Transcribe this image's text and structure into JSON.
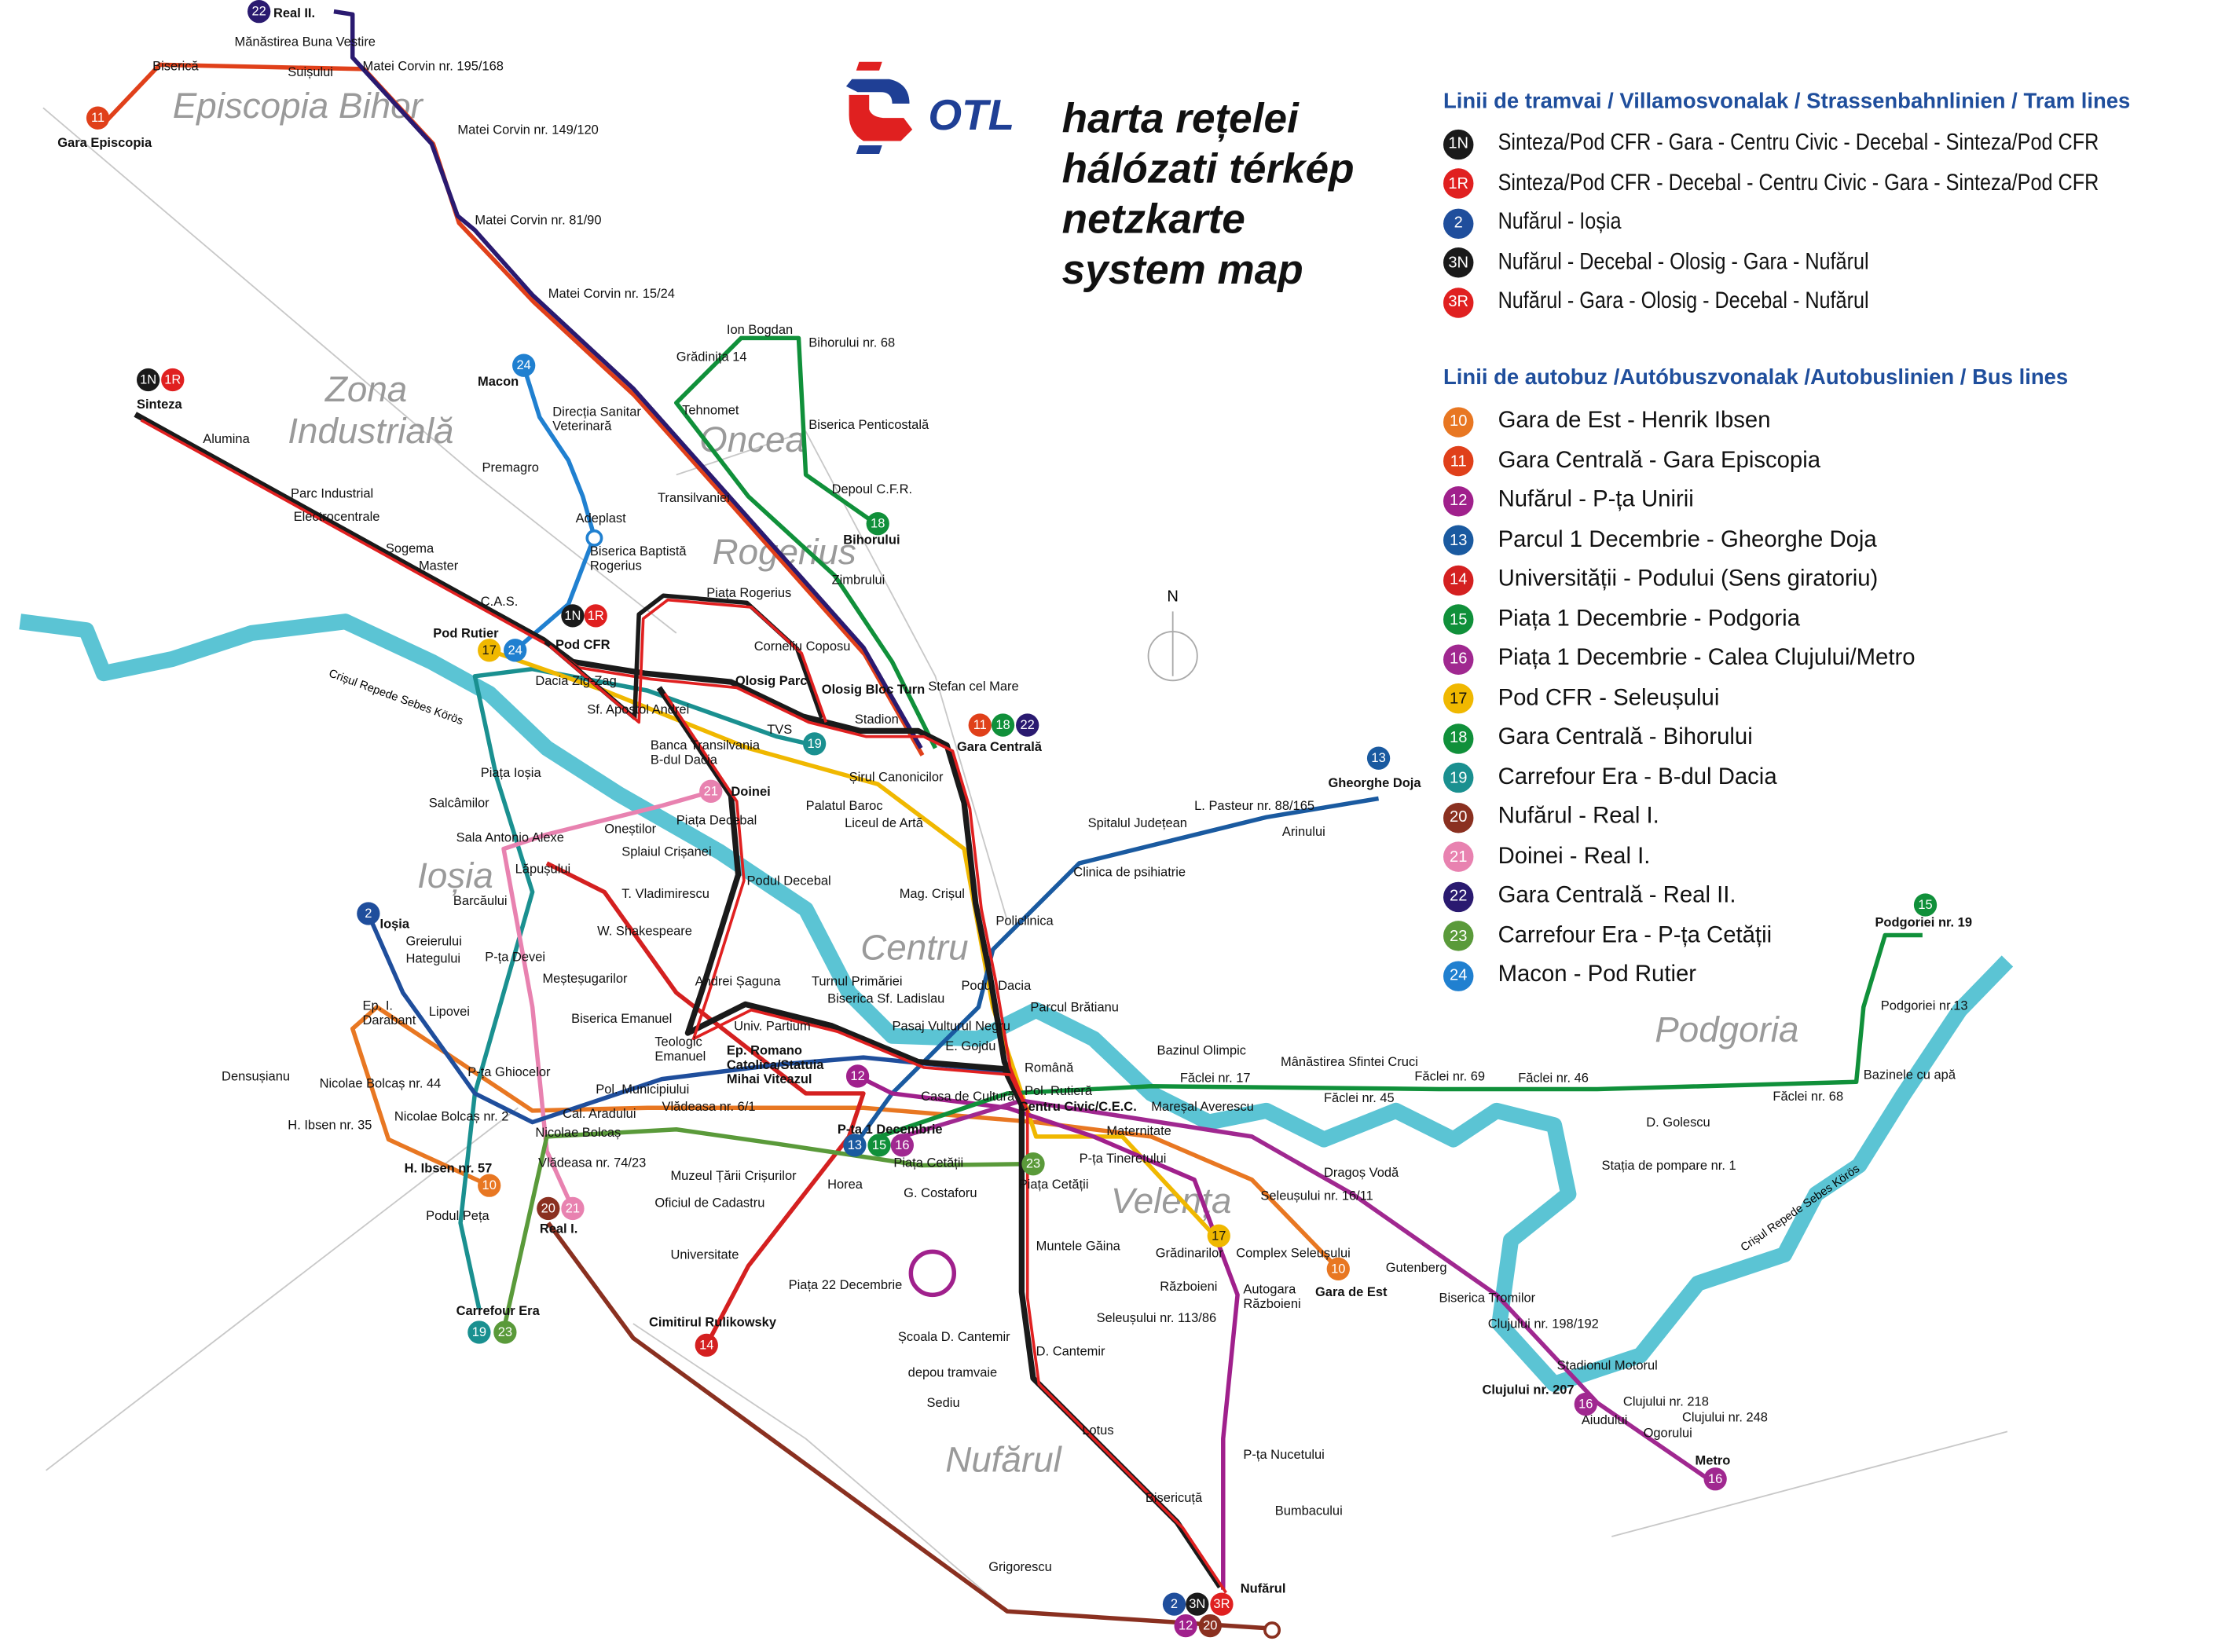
{
  "logo": {
    "text": "OTL"
  },
  "title": {
    "lines": [
      "harta rețelei",
      "hálózati térkép",
      "netzkarte",
      "system map"
    ]
  },
  "legend": {
    "tram_heading": "Linii de tramvai / Villamosvonalak / Strassenbahnlinien / Tram lines",
    "tram_lines": [
      {
        "code": "1N",
        "color": "#1a1a1a",
        "text": "Sinteza/Pod CFR - Gara - Centru Civic - Decebal - Sinteza/Pod CFR"
      },
      {
        "code": "1R",
        "color": "#e02020",
        "text": "Sinteza/Pod CFR - Decebal - Centru Civic - Gara - Sinteza/Pod CFR"
      },
      {
        "code": "2",
        "color": "#1f4e9c",
        "text": "Nufărul - Ioșia"
      },
      {
        "code": "3N",
        "color": "#1a1a1a",
        "text": "Nufărul - Decebal - Olosig - Gara - Nufărul"
      },
      {
        "code": "3R",
        "color": "#e02020",
        "text": "Nufărul - Gara - Olosig - Decebal - Nufărul"
      }
    ],
    "bus_heading": "Linii de autobuz /Autóbuszvonalak /Autobuslinien / Bus lines",
    "bus_lines": [
      {
        "code": "10",
        "color": "#e87722",
        "text": "Gara de Est - Henrik Ibsen"
      },
      {
        "code": "11",
        "color": "#e0401a",
        "text": "Gara Centrală - Gara Episcopia"
      },
      {
        "code": "12",
        "color": "#a0208c",
        "text": "Nufărul - P-ța Unirii"
      },
      {
        "code": "13",
        "color": "#1a5aa0",
        "text": "Parcul 1 Decembrie - Gheorghe Doja"
      },
      {
        "code": "14",
        "color": "#d42020",
        "text": "Universității - Podului (Sens giratoriu)"
      },
      {
        "code": "15",
        "color": "#10903a",
        "text": "Piața 1 Decembrie - Podgoria"
      },
      {
        "code": "16",
        "color": "#a02890",
        "text": "Piața 1 Decembrie - Calea Clujului/Metro"
      },
      {
        "code": "17",
        "color": "#f0b800",
        "text": "Pod CFR - Seleușului"
      },
      {
        "code": "18",
        "color": "#10903a",
        "text": "Gara Centrală - Bihorului"
      },
      {
        "code": "19",
        "color": "#1a9090",
        "text": "Carrefour Era - B-dul Dacia"
      },
      {
        "code": "20",
        "color": "#8a3020",
        "text": "Nufărul - Real I."
      },
      {
        "code": "21",
        "color": "#e882b0",
        "text": "Doinei - Real I."
      },
      {
        "code": "22",
        "color": "#2a1a70",
        "text": "Gara Centrală - Real II."
      },
      {
        "code": "23",
        "color": "#5a9a3a",
        "text": "Carrefour Era - P-ța Cetății"
      },
      {
        "code": "24",
        "color": "#2080d0",
        "text": "Macon - Pod Rutier"
      }
    ]
  },
  "map": {
    "river_color": "#5bc4d4",
    "compass_label": "N",
    "river_labels": [
      "Crișul Repede Sebes Körös",
      "Crișul Repede Sebes Körös"
    ],
    "districts": [
      "Episcopia Bihor",
      "Zona",
      "Industrială",
      "Oncea",
      "Rogerius",
      "Ioșia",
      "Centru",
      "Velența",
      "Nufărul",
      "Podgoria"
    ],
    "stations": [
      {
        "n": "Real II.",
        "b": true
      },
      {
        "n": "Mănăstirea Buna Vestire"
      },
      {
        "n": "Biserică"
      },
      {
        "n": "Suișului"
      },
      {
        "n": "Matei Corvin nr. 195/168"
      },
      {
        "n": "Gara Episcopia",
        "b": true
      },
      {
        "n": "Matei Corvin nr. 149/120"
      },
      {
        "n": "Matei Corvin nr. 81/90"
      },
      {
        "n": "Matei Corvin nr. 15/24"
      },
      {
        "n": "Ion Bogdan"
      },
      {
        "n": "Grădinița 14"
      },
      {
        "n": "Bihorului nr. 68"
      },
      {
        "n": "Tehnomet"
      },
      {
        "n": "Direcția Sanitar Veterinară"
      },
      {
        "n": "Biserica Penticostală"
      },
      {
        "n": "Macon",
        "b": true
      },
      {
        "n": "Sinteza",
        "b": true
      },
      {
        "n": "Alumina"
      },
      {
        "n": "Premagro"
      },
      {
        "n": "Depoul C.F.R."
      },
      {
        "n": "Transilvaniei"
      },
      {
        "n": "Bihorului",
        "b": true
      },
      {
        "n": "Parc Industrial"
      },
      {
        "n": "Adeplast"
      },
      {
        "n": "Electrocentrale"
      },
      {
        "n": "Biserica Baptistă Rogerius"
      },
      {
        "n": "Sogema"
      },
      {
        "n": "Master"
      },
      {
        "n": "Zimbrului"
      },
      {
        "n": "Piața Rogerius"
      },
      {
        "n": "C.A.S."
      },
      {
        "n": "Pod Rutier",
        "b": true
      },
      {
        "n": "Pod CFR",
        "b": true
      },
      {
        "n": "Corneliu Coposu"
      },
      {
        "n": "Dacia Zig-Zag"
      },
      {
        "n": "Olosig Parc",
        "b": true
      },
      {
        "n": "Olosig Bloc Turn",
        "b": true
      },
      {
        "n": "Stefan cel Mare"
      },
      {
        "n": "Sf. Apostol Andrei"
      },
      {
        "n": "Stadion"
      },
      {
        "n": "TVS"
      },
      {
        "n": "Banca Transilvania B-dul Dacia"
      },
      {
        "n": "Gara Centrală",
        "b": true
      },
      {
        "n": "Piața Ioșia"
      },
      {
        "n": "Șirul Canonicilor"
      },
      {
        "n": "Doinei",
        "b": true
      },
      {
        "n": "Salcâmilor"
      },
      {
        "n": "Palatul Baroc"
      },
      {
        "n": "Piața Decebal"
      },
      {
        "n": "Liceul de Artă"
      },
      {
        "n": "Spitalul Județean"
      },
      {
        "n": "L. Pasteur nr. 88/165"
      },
      {
        "n": "Gheorghe Doja",
        "b": true
      },
      {
        "n": "Arinului"
      },
      {
        "n": "Oneștilor"
      },
      {
        "n": "Sala Antonio Alexe"
      },
      {
        "n": "Splaiul Crișanei"
      },
      {
        "n": "Lăpușului"
      },
      {
        "n": "Clinica de psihiatrie"
      },
      {
        "n": "Podul Decebal"
      },
      {
        "n": "Mag. Crișul"
      },
      {
        "n": "T. Vladimirescu"
      },
      {
        "n": "Barcăului"
      },
      {
        "n": "Ioșia",
        "b": true
      },
      {
        "n": "Policlinica"
      },
      {
        "n": "Podgoriei nr. 19",
        "b": true
      },
      {
        "n": "W. Shakespeare"
      },
      {
        "n": "Greierului"
      },
      {
        "n": "Hategului"
      },
      {
        "n": "P-ța Devei"
      },
      {
        "n": "Meșteșugarilor"
      },
      {
        "n": "Andrei Șaguna"
      },
      {
        "n": "Turnul Primăriei"
      },
      {
        "n": "Biserica Sf. Ladislau"
      },
      {
        "n": "Podul Dacia"
      },
      {
        "n": "Parcul Brătianu"
      },
      {
        "n": "Podgoriei nr.13"
      },
      {
        "n": "Ep. I. Darabant"
      },
      {
        "n": "Lipovei"
      },
      {
        "n": "Biserica Emanuel"
      },
      {
        "n": "Univ. Partium"
      },
      {
        "n": "Pasaj Vulturul Negru"
      },
      {
        "n": "Bazinul Olimpic"
      },
      {
        "n": "Teologic Emanuel"
      },
      {
        "n": "E. Gojdu"
      },
      {
        "n": "Ep. Romano Catolica/Statuia Mihai Viteazul",
        "b": true
      },
      {
        "n": "Română"
      },
      {
        "n": "Mânăstirea Sfintei Cruci"
      },
      {
        "n": "Făclei nr. 69"
      },
      {
        "n": "Făclei nr. 46"
      },
      {
        "n": "Bazinele cu apă"
      },
      {
        "n": "Densușianu"
      },
      {
        "n": "P-ța Ghiocelor"
      },
      {
        "n": "Făclei nr. 17"
      },
      {
        "n": "Nicolae Bolcaș nr. 44"
      },
      {
        "n": "Pol. Municipiului"
      },
      {
        "n": "Casa de Cultură"
      },
      {
        "n": "Pol. Rutieră"
      },
      {
        "n": "Centru Civic/C.E.C.",
        "b": true
      },
      {
        "n": "Făclei nr. 45"
      },
      {
        "n": "Făclei nr. 68"
      },
      {
        "n": "Vlădeasa nr. 6/1"
      },
      {
        "n": "Cal. Aradului"
      },
      {
        "n": "Mareșal Averescu"
      },
      {
        "n": "Nicolae Bolcaș nr. 2"
      },
      {
        "n": "H. Ibsen nr. 35"
      },
      {
        "n": "Nicolae Bolcaș"
      },
      {
        "n": "D. Golescu"
      },
      {
        "n": "P-ța 1 Decembrie",
        "b": true
      },
      {
        "n": "Maternitate"
      },
      {
        "n": "Vlădeasa nr. 74/23"
      },
      {
        "n": "P-ța Tineretului"
      },
      {
        "n": "Piața Cetății"
      },
      {
        "n": "Stația de pompare nr. 1"
      },
      {
        "n": "H. Ibsen nr. 57",
        "b": true
      },
      {
        "n": "Muzeul Țării Crișurilor"
      },
      {
        "n": "Horea"
      },
      {
        "n": "Piața Cetății"
      },
      {
        "n": "Dragoș Vodă"
      },
      {
        "n": "Seleușului nr. 16/11"
      },
      {
        "n": "Oficiul de Cadastru"
      },
      {
        "n": "G. Costaforu"
      },
      {
        "n": "Podul Peța"
      },
      {
        "n": "Real I.",
        "b": true
      },
      {
        "n": "Muntele Găina"
      },
      {
        "n": "Grădinarilor"
      },
      {
        "n": "Complex Seleușului"
      },
      {
        "n": "Universitate"
      },
      {
        "n": "Gutenberg"
      },
      {
        "n": "Piața 22 Decembrie"
      },
      {
        "n": "Războieni"
      },
      {
        "n": "Autogara Războieni"
      },
      {
        "n": "Gara de Est",
        "b": true
      },
      {
        "n": "Biserica Tromilor"
      },
      {
        "n": "Carrefour Era",
        "b": true
      },
      {
        "n": "Seleușului nr. 113/86"
      },
      {
        "n": "Cimitirul Rulikowsky",
        "b": true
      },
      {
        "n": "Clujului nr. 198/192"
      },
      {
        "n": "Școala D. Cantemir"
      },
      {
        "n": "D. Cantemir"
      },
      {
        "n": "Stadionul Motorul"
      },
      {
        "n": "depou tramvaie"
      },
      {
        "n": "Clujului nr. 207",
        "b": true
      },
      {
        "n": "Sediu"
      },
      {
        "n": "Clujului nr. 218"
      },
      {
        "n": "Aiudului"
      },
      {
        "n": "Clujului nr. 248"
      },
      {
        "n": "Lotus"
      },
      {
        "n": "Ogorului"
      },
      {
        "n": "Metro",
        "b": true
      },
      {
        "n": "P-ța Nucetului"
      },
      {
        "n": "Bisericuță"
      },
      {
        "n": "Bumbacului"
      },
      {
        "n": "Grigorescu"
      },
      {
        "n": "Nufărul",
        "b": true
      }
    ],
    "badges": [
      "22",
      "11",
      "24",
      "1N",
      "1R",
      "1N",
      "1R",
      "17",
      "24",
      "11",
      "18",
      "22",
      "18",
      "19",
      "21",
      "2",
      "15",
      "13",
      "12",
      "13",
      "15",
      "16",
      "23",
      "17",
      "10",
      "10",
      "20",
      "21",
      "19",
      "23",
      "14",
      "16",
      "16",
      "2",
      "3N",
      "3R",
      "12",
      "20"
    ]
  }
}
